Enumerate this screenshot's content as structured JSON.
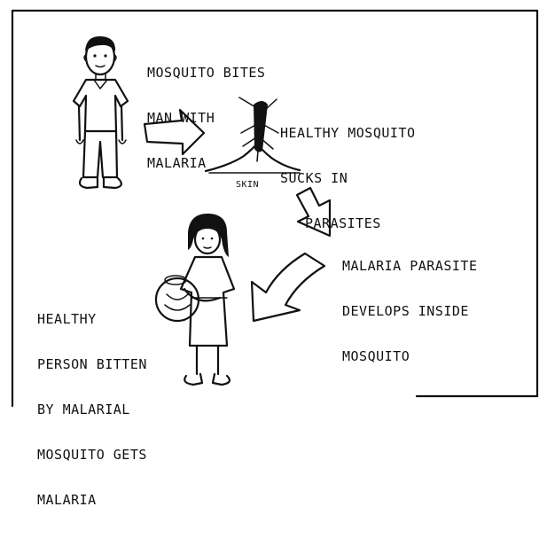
{
  "step1": {
    "lines": [
      "MOSQUITO BITES",
      "MAN WITH",
      "MALARIA"
    ]
  },
  "step2": {
    "lines": [
      "HEALTHY MOSQUITO",
      "SUCKS IN",
      "PARASITES"
    ]
  },
  "skin_label": "SKIN",
  "step3": {
    "lines": [
      "MALARIA PARASITE",
      "DEVELOPS INSIDE",
      "MOSQUITO"
    ]
  },
  "step4": {
    "lines": [
      "HEALTHY",
      "PERSON BITTEN",
      "BY MALARIAL",
      "MOSQUITO GETS",
      "MALARIA"
    ]
  }
}
